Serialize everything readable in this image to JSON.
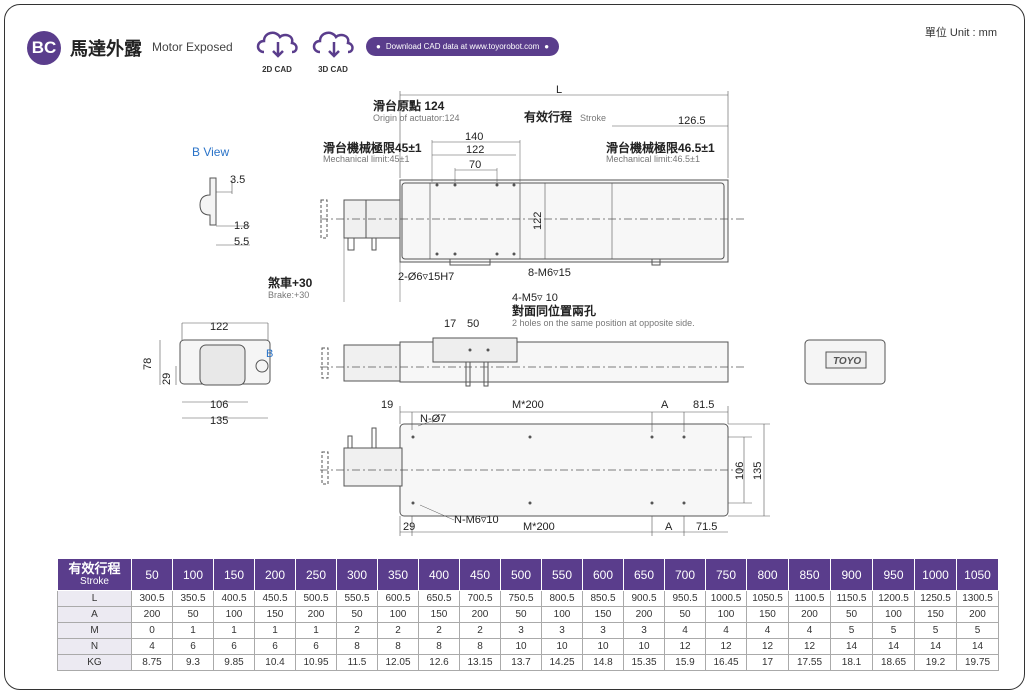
{
  "header": {
    "tag": "BC",
    "title_zh": "馬達外露",
    "title_en": "Motor Exposed",
    "cad_2d": "2D CAD",
    "cad_3d": "3D CAD",
    "download_text": "Download CAD data at www.toyorobot.com",
    "unit": "單位 Unit : mm"
  },
  "drawing": {
    "b_view": "B View",
    "L": "L",
    "origin_zh": "滑台原點 124",
    "origin_en": "Origin of actuator:124",
    "stroke_zh": "有效行程",
    "stroke_en": "Stroke",
    "mech45_zh": "滑台機械極限45±1",
    "mech45_en": "Mechanical limit:45±1",
    "mech46_zh": "滑台機械極限46.5±1",
    "mech46_en": "Mechanical limit:46.5±1",
    "brake_zh": "煞車+30",
    "brake_en": "Brake:+30",
    "hole_2": "2-Ø6▿15H7",
    "hole_8": "8-M6▿15",
    "hole_4": "4-M5▿ 10",
    "hole_4_zh": "對面同位置兩孔",
    "hole_4_en": "2 holes on the same position at opposite side.",
    "nhole": "N-Ø7",
    "nm6": "N-M6▿10",
    "m200_top": "M*200",
    "m200_bot": "M*200",
    "A_top": "A",
    "A_bot": "A",
    "B": "B",
    "d126_5": "126.5",
    "d140": "140",
    "d122a": "122",
    "d70": "70",
    "d122_vert": "122",
    "d3_5": "3.5",
    "d1_8": "1.8",
    "d5_5": "5.5",
    "d17": "17",
    "d50": "50",
    "d122_end": "122",
    "d78": "78",
    "d29_end": "29",
    "d106_end": "106",
    "d135_end": "135",
    "d19": "19",
    "d81_5": "81.5",
    "d29": "29",
    "d71_5": "71.5",
    "d106": "106",
    "d135": "135",
    "logo": "TOYO"
  },
  "table": {
    "head_zh": "有效行程",
    "head_en": "Stroke",
    "strokes": [
      "50",
      "100",
      "150",
      "200",
      "250",
      "300",
      "350",
      "400",
      "450",
      "500",
      "550",
      "600",
      "650",
      "700",
      "750",
      "800",
      "850",
      "900",
      "950",
      "1000",
      "1050"
    ],
    "rows": [
      {
        "label": "L",
        "values": [
          "300.5",
          "350.5",
          "400.5",
          "450.5",
          "500.5",
          "550.5",
          "600.5",
          "650.5",
          "700.5",
          "750.5",
          "800.5",
          "850.5",
          "900.5",
          "950.5",
          "1000.5",
          "1050.5",
          "1100.5",
          "1150.5",
          "1200.5",
          "1250.5",
          "1300.5"
        ]
      },
      {
        "label": "A",
        "values": [
          "200",
          "50",
          "100",
          "150",
          "200",
          "50",
          "100",
          "150",
          "200",
          "50",
          "100",
          "150",
          "200",
          "50",
          "100",
          "150",
          "200",
          "50",
          "100",
          "150",
          "200"
        ]
      },
      {
        "label": "M",
        "values": [
          "0",
          "1",
          "1",
          "1",
          "1",
          "2",
          "2",
          "2",
          "2",
          "3",
          "3",
          "3",
          "3",
          "4",
          "4",
          "4",
          "4",
          "5",
          "5",
          "5",
          "5"
        ]
      },
      {
        "label": "N",
        "values": [
          "4",
          "6",
          "6",
          "6",
          "6",
          "8",
          "8",
          "8",
          "8",
          "10",
          "10",
          "10",
          "10",
          "12",
          "12",
          "12",
          "12",
          "14",
          "14",
          "14",
          "14"
        ]
      },
      {
        "label": "KG",
        "values": [
          "8.75",
          "9.3",
          "9.85",
          "10.4",
          "10.95",
          "11.5",
          "12.05",
          "12.6",
          "13.15",
          "13.7",
          "14.25",
          "14.8",
          "15.35",
          "15.9",
          "16.45",
          "17",
          "17.55",
          "18.1",
          "18.65",
          "19.2",
          "19.75"
        ]
      }
    ]
  }
}
